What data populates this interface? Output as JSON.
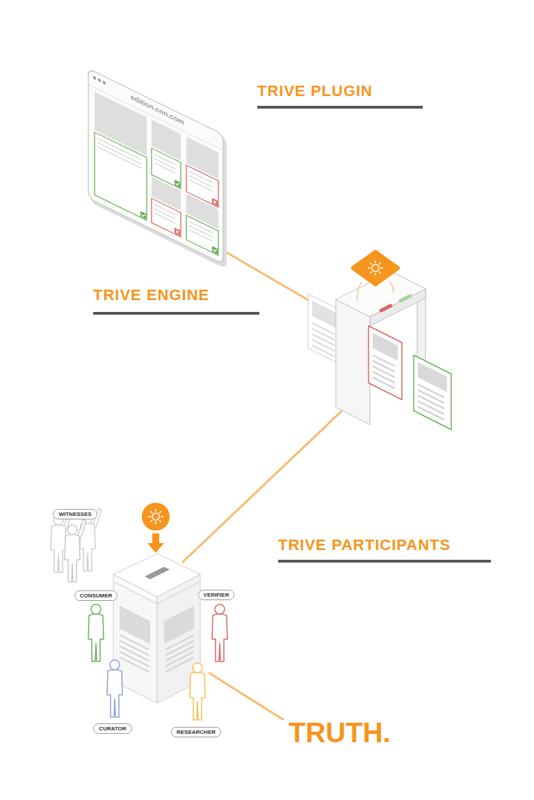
{
  "diagram": {
    "nodes": [
      {
        "text": [
          "edition.cnn.com"
        ]
      },
      {
        "text": [
          "WITNESSES"
        ]
      },
      {
        "text": [
          "CONSUMER"
        ]
      },
      {
        "text": [
          "VERIFIER"
        ]
      },
      {
        "text": [
          "CURATOR"
        ]
      },
      {
        "text": [
          "RESEARCHER"
        ]
      }
    ],
    "labels": [
      "TRIVE PLUGIN",
      "TRIVE ENGINE",
      "TRIVE PARTICIPANTS",
      "TRUTH."
    ]
  }
}
